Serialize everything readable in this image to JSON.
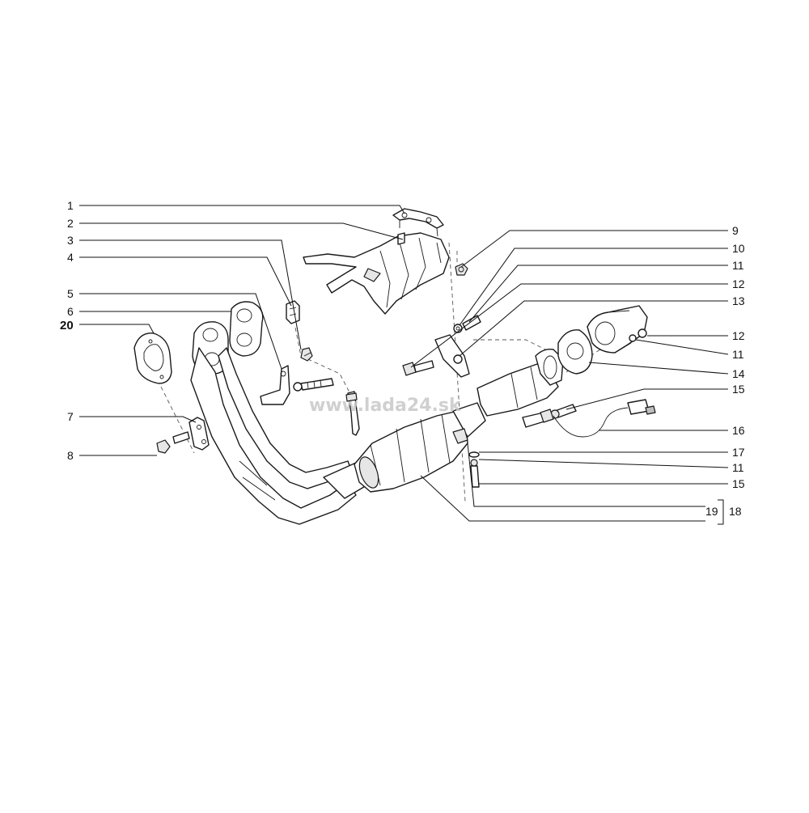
{
  "watermark": "www.lada24.sk",
  "callouts": {
    "c1": "1",
    "c2": "2",
    "c3": "3",
    "c4": "4",
    "c5": "5",
    "c6": "6",
    "c20": "20",
    "c7": "7",
    "c8": "8",
    "c9": "9",
    "c10": "10",
    "c11a": "11",
    "c12a": "12",
    "c13": "13",
    "c12b": "12",
    "c11b": "11",
    "c14": "14",
    "c15a": "15",
    "c16": "16",
    "c17": "17",
    "c11c": "11",
    "c15b": "15",
    "c19": "19",
    "c18": "18"
  }
}
